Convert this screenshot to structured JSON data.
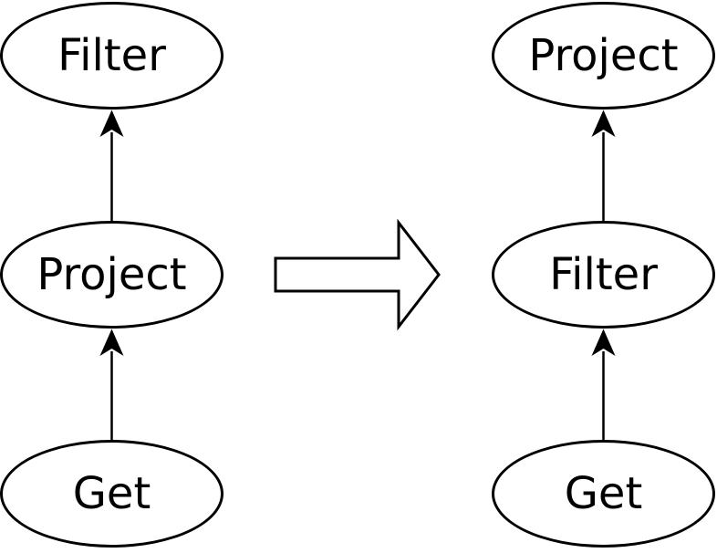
{
  "diagram": {
    "background_color": "#ffffff",
    "stroke_color": "#000000",
    "before_plan": {
      "nodes": [
        {
          "label": "Filter"
        },
        {
          "label": "Project"
        },
        {
          "label": "Get"
        }
      ],
      "edges": [
        {
          "from": "Get",
          "to": "Project",
          "direction": "up"
        },
        {
          "from": "Project",
          "to": "Filter",
          "direction": "up"
        }
      ]
    },
    "after_plan": {
      "nodes": [
        {
          "label": "Project"
        },
        {
          "label": "Filter"
        },
        {
          "label": "Get"
        }
      ],
      "edges": [
        {
          "from": "Get",
          "to": "Filter",
          "direction": "up"
        },
        {
          "from": "Filter",
          "to": "Project",
          "direction": "up"
        }
      ]
    },
    "transform_arrow": {
      "icon": "right-arrow-icon",
      "direction": "right",
      "fill": "#ffffff",
      "stroke": "#000000"
    }
  }
}
